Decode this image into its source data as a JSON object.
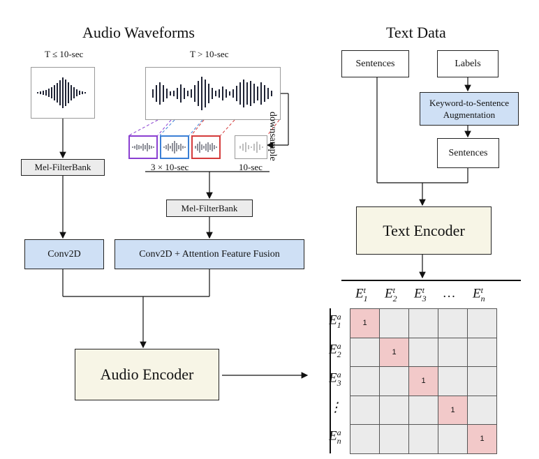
{
  "audio": {
    "title": "Audio Waveforms",
    "short_condition": "T ≤ 10-sec",
    "long_condition": "T > 10-sec",
    "downsample_label": "downsample",
    "segments_label": "3 × 10-sec",
    "downsampled_label": "10-sec",
    "melfilter_left": "Mel-FilterBank",
    "melfilter_right": "Mel-FilterBank",
    "conv_left": "Conv2D",
    "conv_right": "Conv2D + Attention Feature Fusion",
    "encoder": "Audio Encoder"
  },
  "text": {
    "title": "Text Data",
    "sentences_top": "Sentences",
    "labels": "Labels",
    "augmentation": "Keyword-to-Sentence Augmentation",
    "sentences_bottom": "Sentences",
    "encoder": "Text Encoder"
  },
  "matrix": {
    "col_labels": [
      {
        "base": "E",
        "sup": "t",
        "sub": "1"
      },
      {
        "base": "E",
        "sup": "t",
        "sub": "2"
      },
      {
        "base": "E",
        "sup": "t",
        "sub": "3"
      },
      {
        "base": "…",
        "sup": "",
        "sub": ""
      },
      {
        "base": "E",
        "sup": "t",
        "sub": "n"
      }
    ],
    "row_labels": [
      {
        "base": "E",
        "sup": "a",
        "sub": "1"
      },
      {
        "base": "E",
        "sup": "a",
        "sub": "2"
      },
      {
        "base": "E",
        "sup": "a",
        "sub": "3"
      },
      {
        "base": "⋮",
        "sup": "",
        "sub": ""
      },
      {
        "base": "E",
        "sup": "a",
        "sub": "n"
      }
    ],
    "diagonal_value": "1",
    "diagonal_color": "#f2c9c9",
    "cell_color": "#ebebeb"
  },
  "colors": {
    "blue_box": "#cfe0f5",
    "gray_box": "#ececec",
    "cream_box": "#f7f5e6",
    "segment_purple": "#8a3fd1",
    "segment_blue": "#3a7fd6",
    "segment_red": "#d43a3a"
  }
}
